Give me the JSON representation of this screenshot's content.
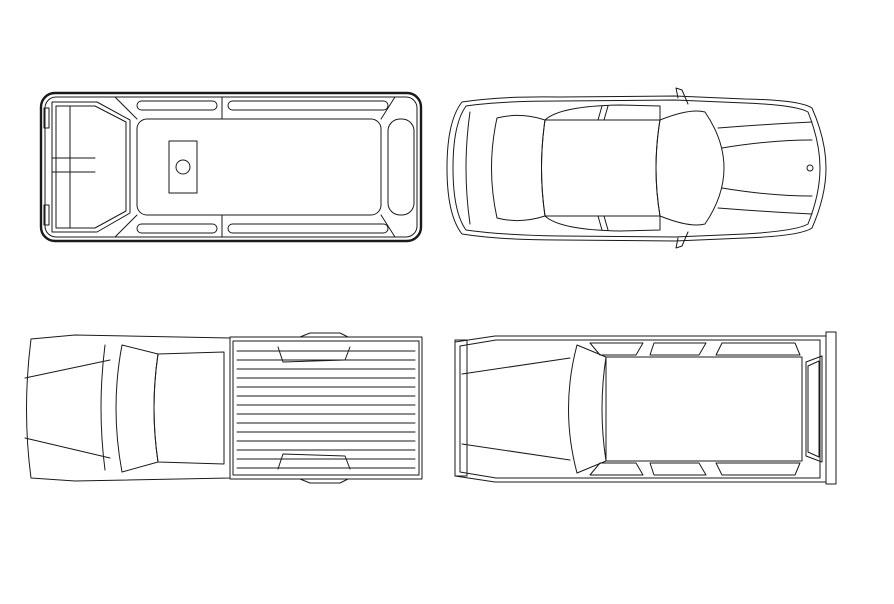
{
  "drawing": {
    "line_color": "#1a1a1a",
    "background": "#ffffff",
    "vehicles": [
      {
        "view": "top",
        "kind": "van"
      },
      {
        "view": "top",
        "kind": "sedan"
      },
      {
        "view": "top",
        "kind": "pickup-truck"
      },
      {
        "view": "top",
        "kind": "station-wagon"
      }
    ]
  }
}
